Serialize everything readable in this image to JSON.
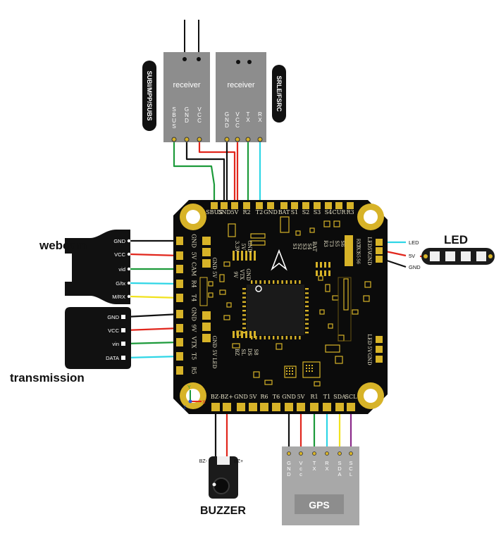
{
  "colors": {
    "board": "#0b0b0b",
    "pad": "#d7b328",
    "pad_dark": "#6a5410",
    "silk": "#e8e3c9",
    "receiver": "#8d8d8d",
    "gps": "#a8a8a8",
    "wire_gnd": "#111111",
    "wire_vcc": "#e1261c",
    "wire_green": "#1c9a3a",
    "wire_cyan": "#2ed6e6",
    "wire_yellow": "#f1e21d",
    "wire_purple": "#8a2a8a",
    "led_strip": "#1b1b1b",
    "led_cell": "#f0f0f0"
  },
  "tags": {
    "left": "SUBI/MPP/SUBS",
    "right": "SRLE/FSRC"
  },
  "receivers": {
    "left": {
      "title": "receiver",
      "pins": [
        "SBUS",
        "GND",
        "VCC"
      ]
    },
    "right": {
      "title": "receiver",
      "pins": [
        "GND",
        "VCC",
        "TX",
        "RX"
      ]
    }
  },
  "board": {
    "top_pads": [
      "SBUS",
      "GND",
      "5V",
      "R2",
      "T2",
      "GND",
      "BAT",
      "S1",
      "S2",
      "S3",
      "S4",
      "CUR",
      "R3"
    ],
    "bottom_pads": [
      "BZ-",
      "BZ+",
      "GND",
      "5V",
      "R6",
      "T6",
      "GND",
      "5V",
      "R1",
      "T1",
      "SDA",
      "SCL"
    ],
    "left_top_pads": [
      "GND",
      "5V",
      "CAM",
      "R4",
      "T4"
    ],
    "left_bottom_pads": [
      "GND",
      "9V",
      "VTX",
      "T5",
      "R5"
    ],
    "right_pads": [
      "GND",
      "5V",
      "LED"
    ],
    "right_alt_pads": [
      "RX3",
      "TX3",
      "S5",
      "S6"
    ],
    "right_lower_pads": [
      "GND",
      "5V",
      "LED"
    ],
    "silk_v1": [
      "3.3V",
      "5V",
      "GND"
    ],
    "silk_v2": [
      "9V",
      "VTX",
      "GND"
    ],
    "silk_v3": [
      "R3",
      "T3",
      "S5",
      "S6"
    ],
    "silk_v4": [
      "S1",
      "S2",
      "S3",
      "S4",
      "BAT"
    ],
    "silk_v5": [
      "BZ",
      "SL",
      "DS",
      "S8"
    ]
  },
  "webcam": {
    "label": "webcam",
    "pins": [
      "GND",
      "VCC",
      "vid",
      "G/tx",
      "M/RX"
    ]
  },
  "transmission": {
    "label": "transmission",
    "pins": [
      "GND",
      "VCC",
      "vin",
      "DATA"
    ]
  },
  "led": {
    "label": "LED",
    "pins": [
      "LED",
      "5V",
      "GND"
    ]
  },
  "buzzer": {
    "label": "BUZZER",
    "pins": [
      "BZ-",
      "BZ+"
    ]
  },
  "gps": {
    "label": "GPS",
    "pins": [
      "GND",
      "Vcc",
      "TX",
      "RX",
      "SDA",
      "SCL"
    ]
  },
  "axis": {
    "x": "X",
    "y": "Y",
    "z": "Z"
  }
}
